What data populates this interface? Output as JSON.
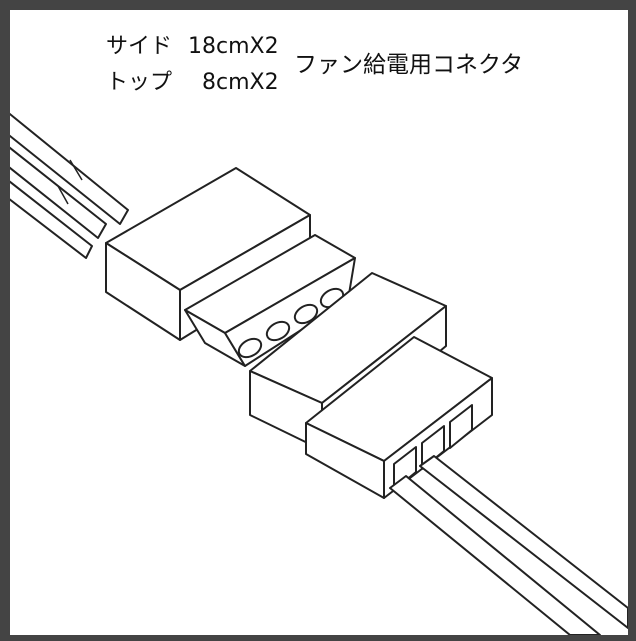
{
  "labels": {
    "side": "サイド",
    "side_size": "18cmX2",
    "top": "トップ",
    "top_size": "8cmX2",
    "title": "ファン給電用コネクタ"
  }
}
